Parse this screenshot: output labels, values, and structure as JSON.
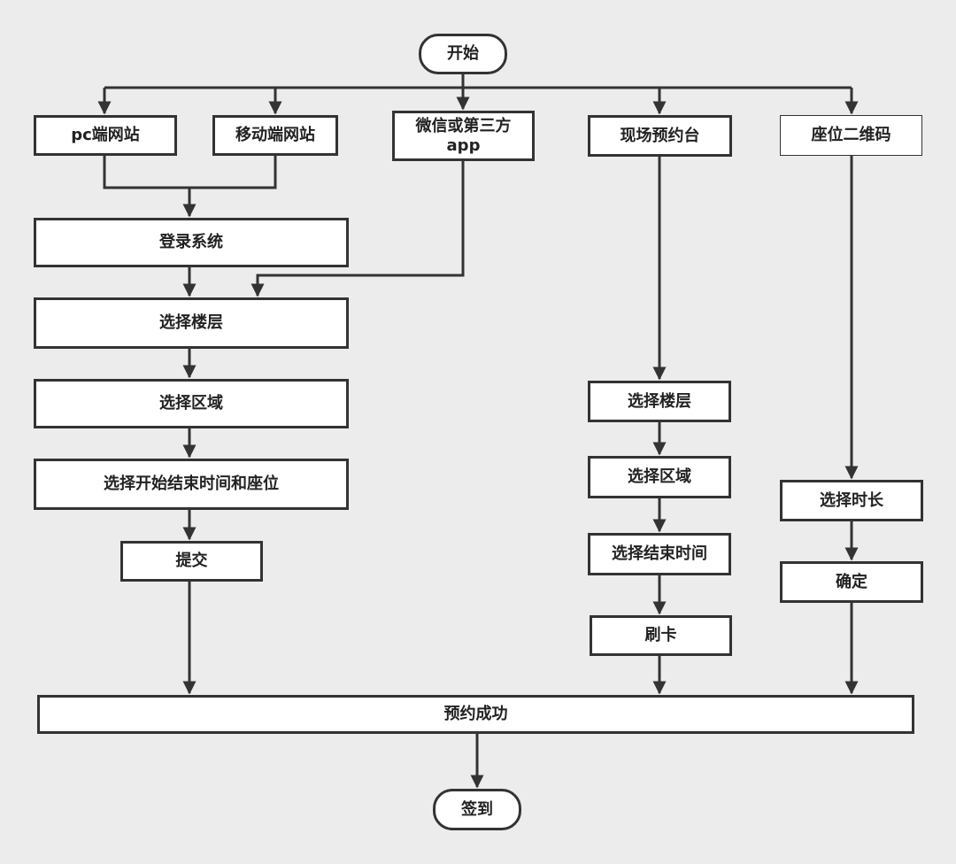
{
  "nodes": {
    "start": "开始",
    "pc_site": "pc端网站",
    "mobile_site": "移动端网站",
    "wechat_app_line1": "微信或第三方",
    "wechat_app_line2": "app",
    "onsite_desk": "现场预约台",
    "seat_qr": "座位二维码",
    "login": "登录系统",
    "left_floor": "选择楼层",
    "left_area": "选择区域",
    "left_time_seat": "选择开始结束时间和座位",
    "submit": "提交",
    "mid_floor": "选择楼层",
    "mid_area": "选择区域",
    "mid_end_time": "选择结束时间",
    "swipe_card": "刷卡",
    "select_duration": "选择时长",
    "confirm": "确定",
    "success": "预约成功",
    "sign_in": "签到"
  },
  "colors": {
    "background": "#ececec",
    "box_fill": "#ffffff",
    "stroke": "#333333",
    "text": "#222222"
  }
}
